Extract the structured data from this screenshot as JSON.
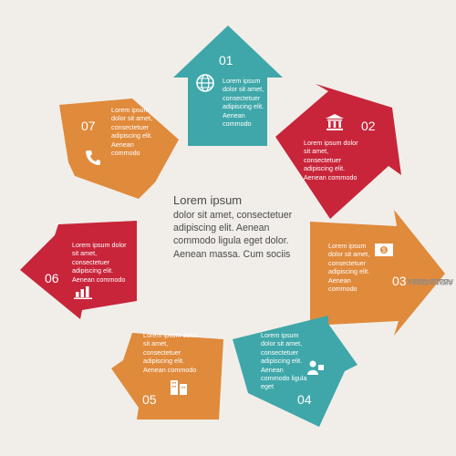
{
  "center": {
    "title": "Lorem ipsum",
    "body": "dolor sit amet, consectetuer adipiscing elit. Aenean commodo ligula eget dolor. Aenean massa. Cum sociis"
  },
  "steps": [
    {
      "number": "01",
      "text": "Lorem ipsum dolor sit amet, consectetuer adipiscing elit. Aenean commodo",
      "color": "#3fa7a9",
      "icon": "globe-icon"
    },
    {
      "number": "02",
      "text": "Lorem ipsum dolor sit amet, consectetuer adipiscing elit. Aenean commodo",
      "color": "#c8253a",
      "icon": "bank-icon"
    },
    {
      "number": "03",
      "text": "Lorem ipsum dolor sit amet, consectetuer adipiscing elit. Aenean commodo",
      "color": "#e08a3c",
      "icon": "money-icon"
    },
    {
      "number": "04",
      "text": "Lorem ipsum dolor sit amet, consectetuer adipiscing elit. Aenean commodo ligula eget",
      "color": "#3fa7a9",
      "icon": "people-icon"
    },
    {
      "number": "05",
      "text": "Lorem ipsum dolor sit amet, consectetuer adipiscing elit. Aenean commodo",
      "color": "#e08a3c",
      "icon": "buildings-icon"
    },
    {
      "number": "06",
      "text": "Lorem ipsum dolor sit amet, consectetuer adipiscing elit. Aenean commodo",
      "color": "#c8253a",
      "icon": "bar-chart-icon"
    },
    {
      "number": "07",
      "text": "Lorem ipsum dolor sit amet, consectetuer adipiscing elit. Aenean commodo",
      "color": "#e08a3c",
      "icon": "phone-icon"
    }
  ],
  "watermark": "Adobe Stock",
  "stock_id": "#83124456"
}
